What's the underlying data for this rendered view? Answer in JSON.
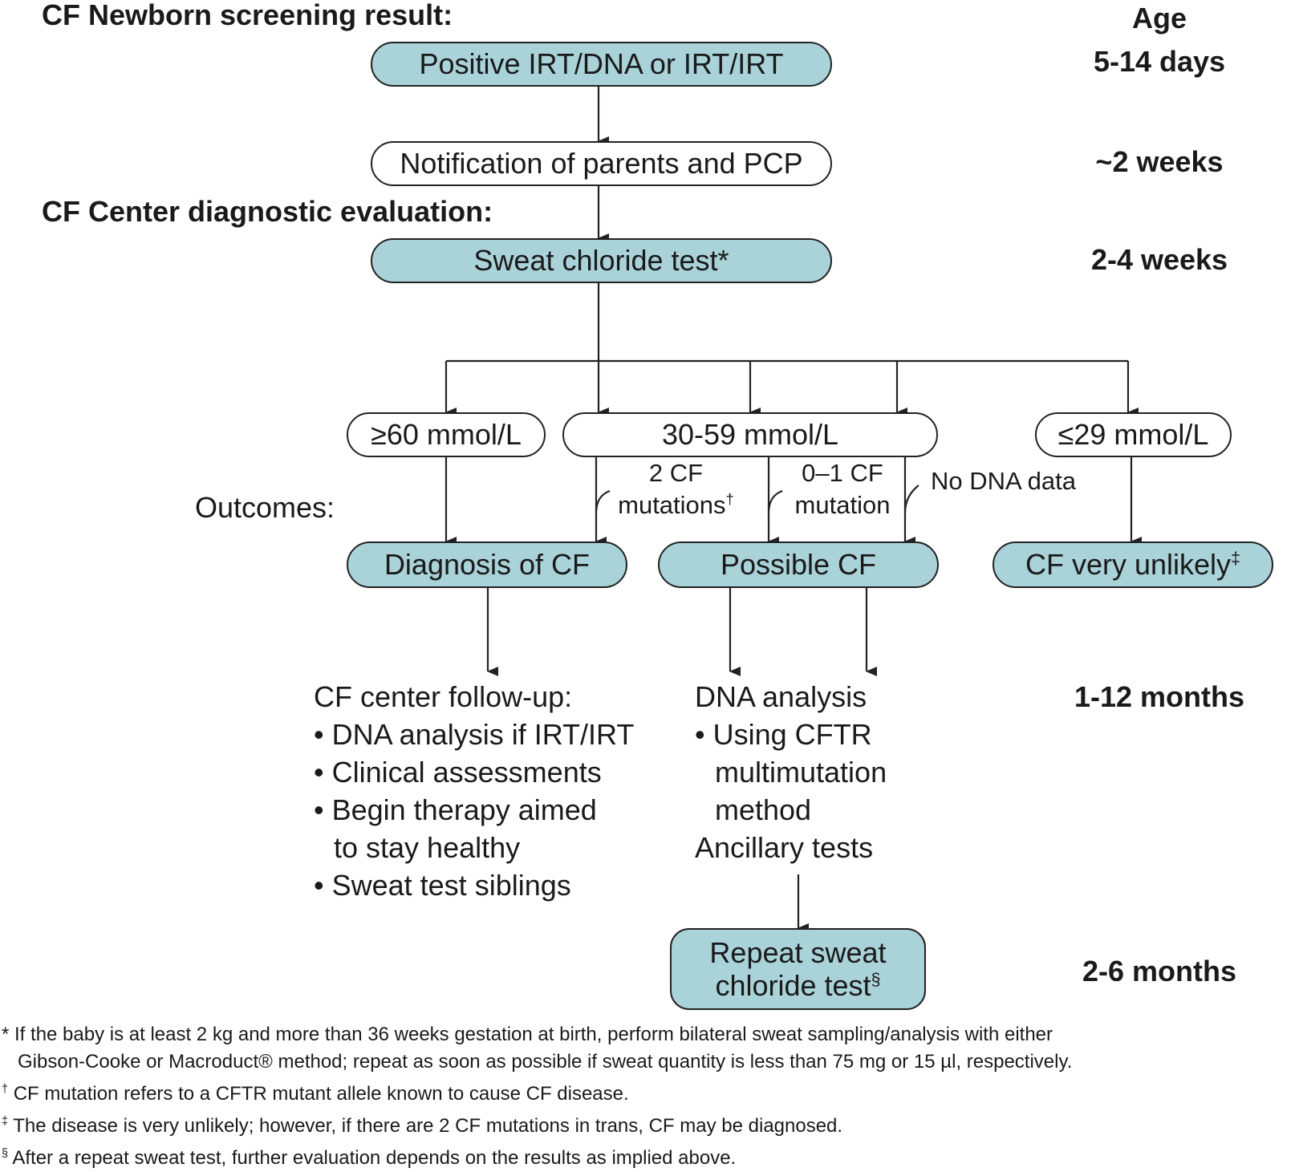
{
  "headings": {
    "screening": "CF Newborn screening result:",
    "evaluation": "CF Center diagnostic evaluation:",
    "outcomes": "Outcomes:"
  },
  "ages": {
    "title": "Age",
    "a1": "5-14 days",
    "a2": "~2 weeks",
    "a3": "2-4 weeks",
    "a4": "1-12 months",
    "a5": "2-6 months"
  },
  "nodes": {
    "positive": "Positive IRT/DNA or IRT/IRT",
    "notification": "Notification of parents and PCP",
    "sweat_test": "Sweat chloride test*",
    "high": "≥60 mmol/L",
    "mid": "30-59 mmol/L",
    "low": "≤29 mmol/L",
    "diagnosis": "Diagnosis of CF",
    "possible": "Possible CF",
    "unlikely": "CF very unlikely",
    "unlikely_mark": "‡",
    "repeat_line1": "Repeat sweat",
    "repeat_line2": "chloride test",
    "repeat_mark": "§"
  },
  "branches": {
    "two_cf_1": "2 CF",
    "two_cf_2": "mutations",
    "two_cf_mark": "†",
    "zero_one_1": "0–1 CF",
    "zero_one_2": "mutation",
    "no_dna": "No DNA data"
  },
  "followup": {
    "title": "CF center follow-up:",
    "items": [
      [
        "• DNA analysis if IRT/IRT"
      ],
      [
        "• Clinical assessments"
      ],
      [
        "• Begin therapy aimed",
        "to stay healthy"
      ],
      [
        "• Sweat test siblings"
      ]
    ]
  },
  "dna": {
    "title": "DNA analysis",
    "bullet": [
      "• Using CFTR",
      "multimutation",
      "method"
    ],
    "ancillary": "Ancillary tests"
  },
  "footnotes": {
    "f1_mark": "*",
    "f1_line1": "If the baby is at least 2 kg and more than 36 weeks gestation at birth, perform bilateral sweat sampling/analysis with either",
    "f1_line2": "Gibson-Cooke or Macroduct® method; repeat as soon as possible if sweat quantity is less than 75 mg or 15 µl, respectively.",
    "f2_mark": "†",
    "f2": "CF mutation refers to a CFTR mutant allele known to cause CF disease.",
    "f3_mark": "‡",
    "f3": "The disease is very unlikely; however, if there are 2 CF mutations in trans, CF may be diagnosed.",
    "f4_mark": "§",
    "f4": "After a repeat sweat test, further evaluation depends on the results as implied above."
  },
  "colors": {
    "fill": "#a9d2d9",
    "stroke": "#222222"
  }
}
